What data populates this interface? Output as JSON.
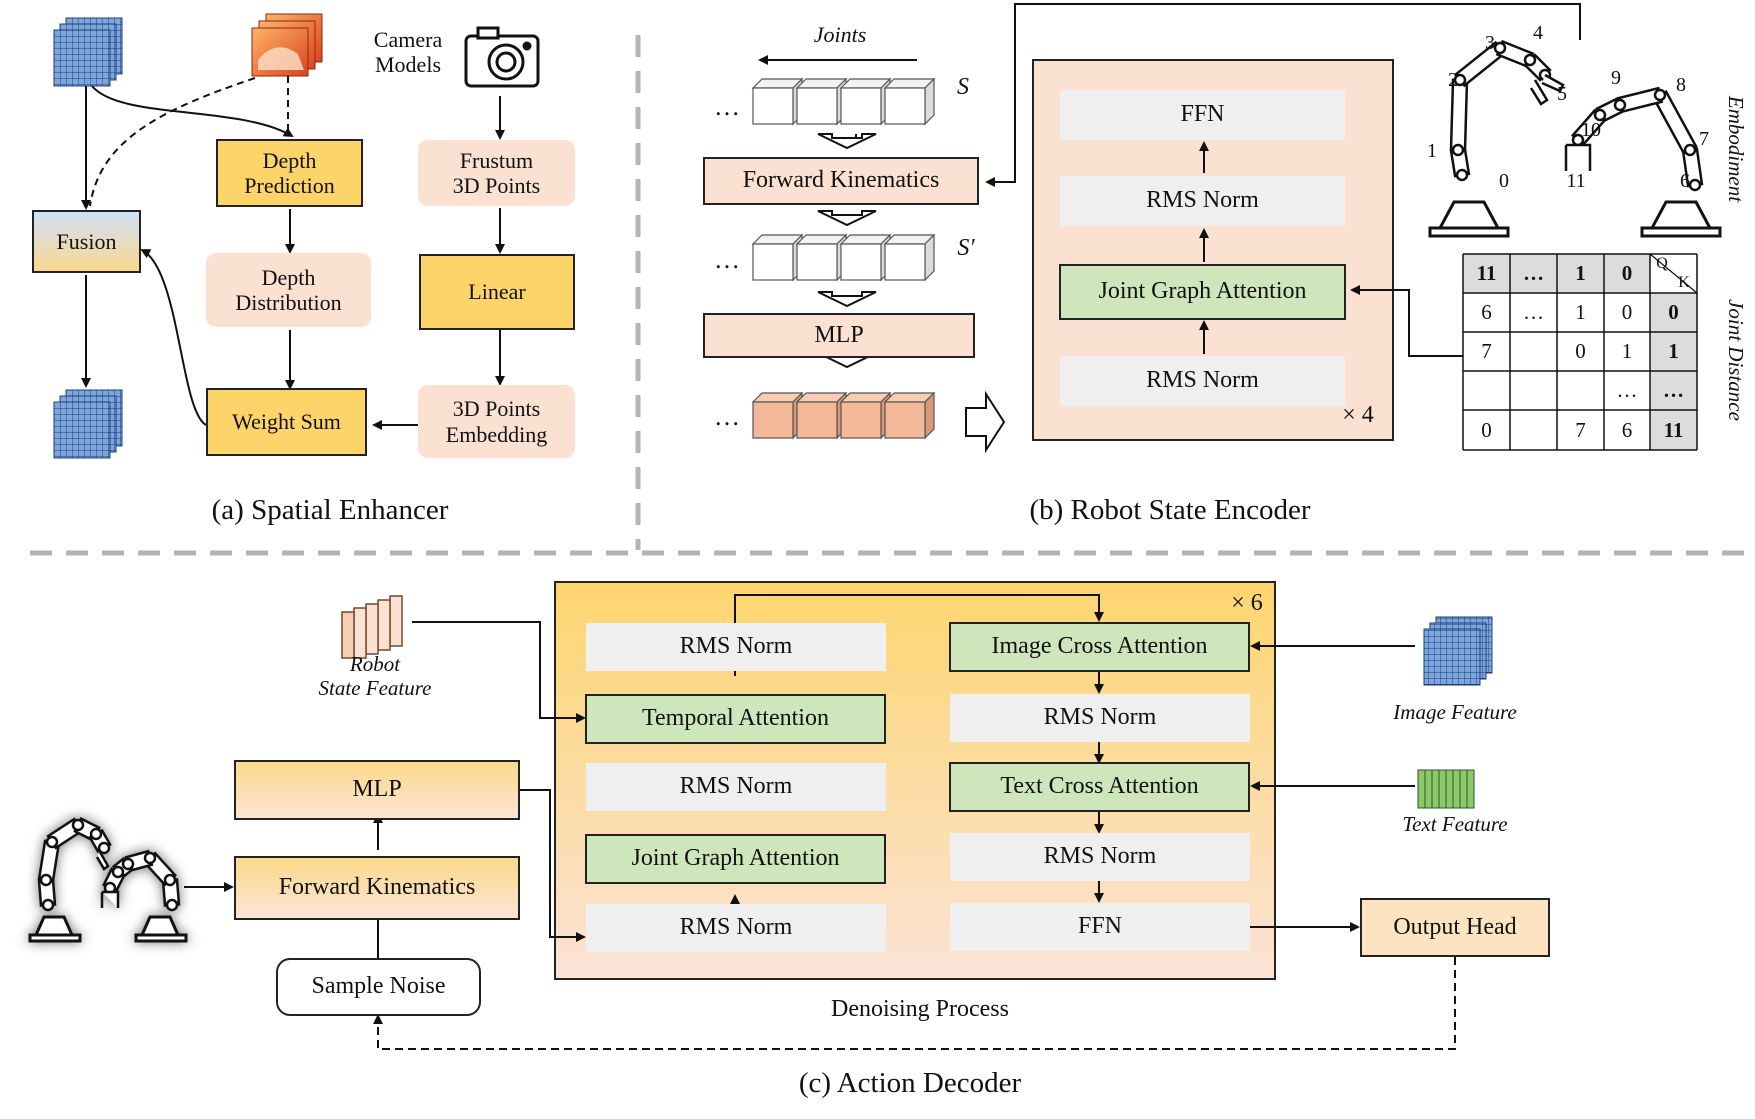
{
  "panel_a": {
    "caption": "(a) Spatial Enhancer",
    "fusion": "Fusion",
    "depth_prediction": "Depth\nPrediction",
    "depth_distribution": "Depth\nDistribution",
    "weight_sum": "Weight Sum",
    "camera_models": "Camera\nModels",
    "frustum": "Frustum\n3D Points",
    "linear": "Linear",
    "points_embedding": "3D Points\nEmbedding"
  },
  "panel_b": {
    "caption": "(b) Robot State Encoder",
    "joints": "Joints",
    "s_label": "S",
    "s_prime_label": "S′",
    "forward_kinematics": "Forward Kinematics",
    "mlp": "MLP",
    "ffn": "FFN",
    "rms_norm_top": "RMS Norm",
    "joint_graph_attention": "Joint Graph Attention",
    "rms_norm_bottom": "RMS Norm",
    "repeat": "× 4",
    "embodiment": "Embodiment",
    "joint_distance": "Joint Distance",
    "ellipsis": "…",
    "joint_numbers": [
      "0",
      "1",
      "2",
      "3",
      "4",
      "5",
      "6",
      "7",
      "8",
      "9",
      "10",
      "11"
    ],
    "matrix": {
      "q_label": "Q",
      "k_label": "K",
      "rows": [
        [
          "11",
          "…",
          "1",
          "0"
        ],
        [
          "6",
          "…",
          "1",
          "0"
        ],
        [
          "7",
          "",
          "0",
          "1"
        ],
        [
          "",
          "",
          "",
          "…"
        ],
        [
          "0",
          "",
          "7",
          "6"
        ]
      ],
      "row_headers": [
        "0",
        "1",
        "…",
        "11"
      ]
    }
  },
  "panel_c": {
    "caption": "(c) Action Decoder",
    "robot_state_feature": "Robot\nState Feature",
    "mlp": "MLP",
    "forward_kinematics": "Forward Kinematics",
    "sample_noise": "Sample Noise",
    "rms_norm_1": "RMS Norm",
    "temporal_attention": "Temporal Attention",
    "rms_norm_2": "RMS Norm",
    "joint_graph_attention": "Joint Graph Attention",
    "rms_norm_3": "RMS Norm",
    "image_cross_attention": "Image Cross Attention",
    "rms_norm_4": "RMS Norm",
    "text_cross_attention": "Text Cross Attention",
    "rms_norm_5": "RMS Norm",
    "ffn": "FFN",
    "repeat": "× 6",
    "image_feature": "Image Feature",
    "text_feature": "Text Feature",
    "output_head": "Output Head",
    "denoising_process": "Denoising Process"
  },
  "colors": {
    "yellow": "#fdd46a",
    "peach": "#fbe1d2",
    "gray": "#efefef",
    "green": "#cfe5bb",
    "grid_blue": "#7fa6dc",
    "cube_orange": "#f2b898",
    "text_green": "#8cc66d",
    "divider": "#b3b3b3"
  }
}
